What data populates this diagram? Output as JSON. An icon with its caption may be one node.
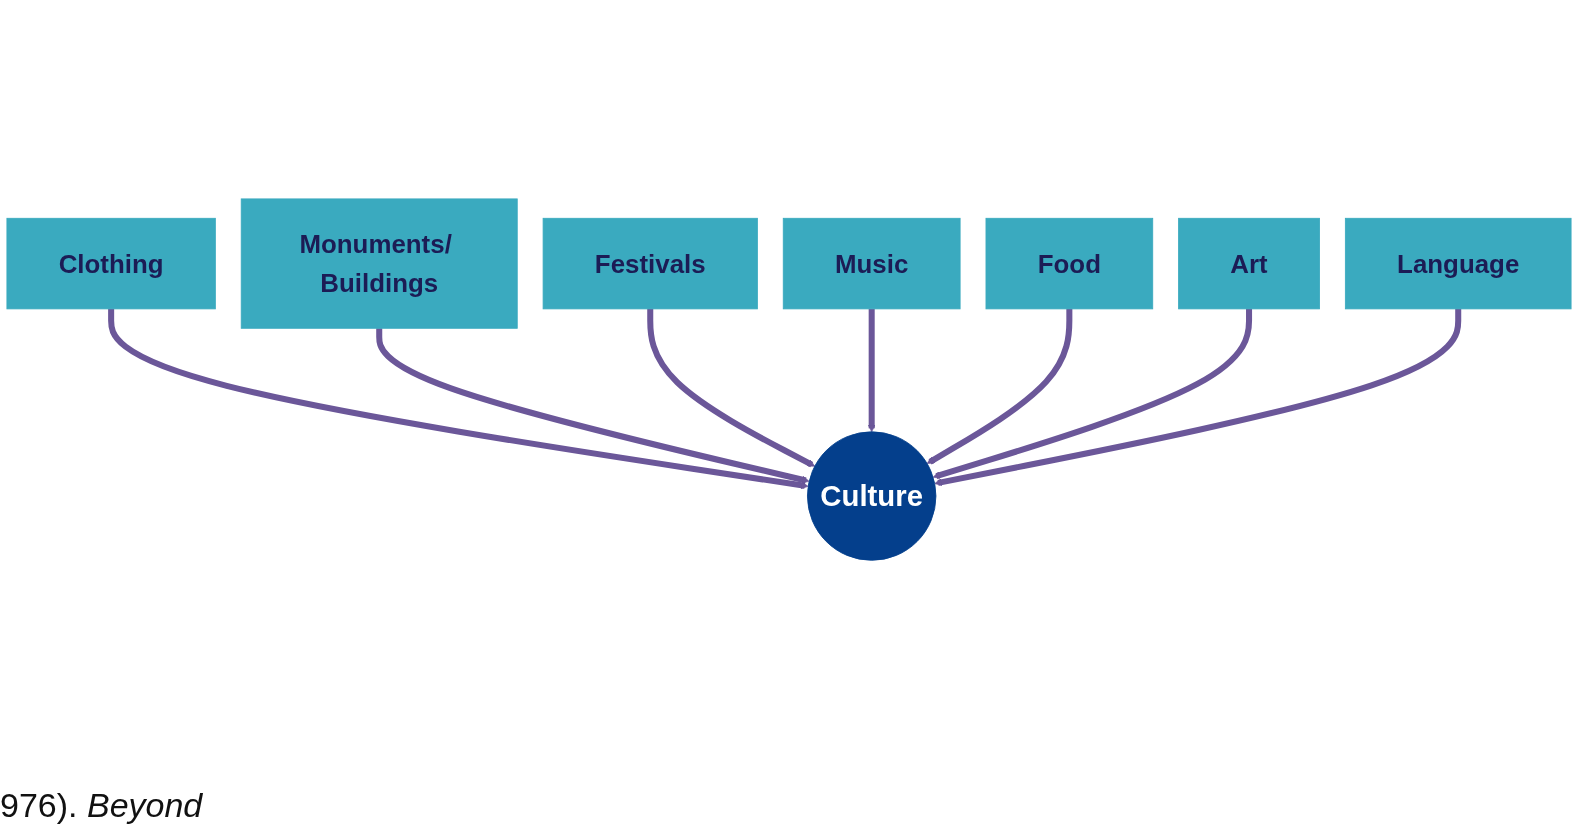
{
  "diagram": {
    "nodes": [
      {
        "text": [
          "Clothing"
        ]
      },
      {
        "text": [
          "Monuments/ Buildings"
        ]
      },
      {
        "text": [
          "Festivals"
        ]
      },
      {
        "text": [
          "Music"
        ]
      },
      {
        "text": [
          "Food"
        ]
      },
      {
        "text": [
          "Art"
        ]
      },
      {
        "text": [
          "Culture"
        ]
      },
      {
        "text": [
          "Language"
        ]
      }
    ],
    "edges": [
      {
        "from": 0,
        "to": 6,
        "arrow": "to"
      },
      {
        "from": 1,
        "to": 6,
        "arrow": "to"
      },
      {
        "from": 2,
        "to": 6,
        "arrow": "to"
      },
      {
        "from": 3,
        "to": 6,
        "arrow": "to"
      },
      {
        "from": 4,
        "to": 6,
        "arrow": "to"
      },
      {
        "from": 5,
        "to": 6,
        "arrow": "to"
      },
      {
        "from": 7,
        "to": 6,
        "arrow": "to"
      }
    ],
    "labels": [
      "976). *Beyond*"
    ]
  }
}
